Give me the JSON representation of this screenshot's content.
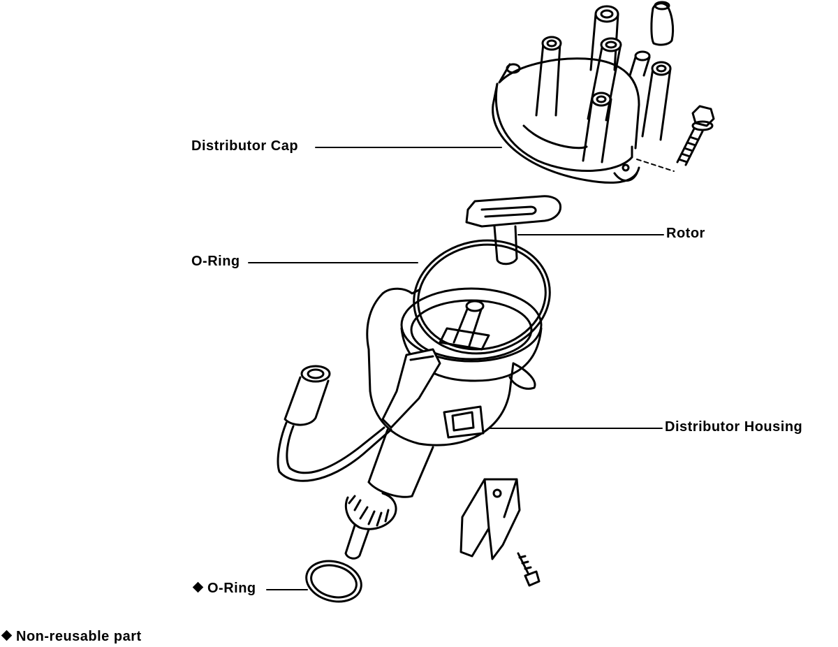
{
  "labels": {
    "distributor_cap": "Distributor Cap",
    "rotor": "Rotor",
    "o_ring_top": "O-Ring",
    "distributor_housing": "Distributor Housing",
    "o_ring_bottom": "O-Ring",
    "legend": "Non-reusable part"
  },
  "legend_symbol": "diamond",
  "colors": {
    "line": "#000000",
    "background": "#ffffff"
  }
}
